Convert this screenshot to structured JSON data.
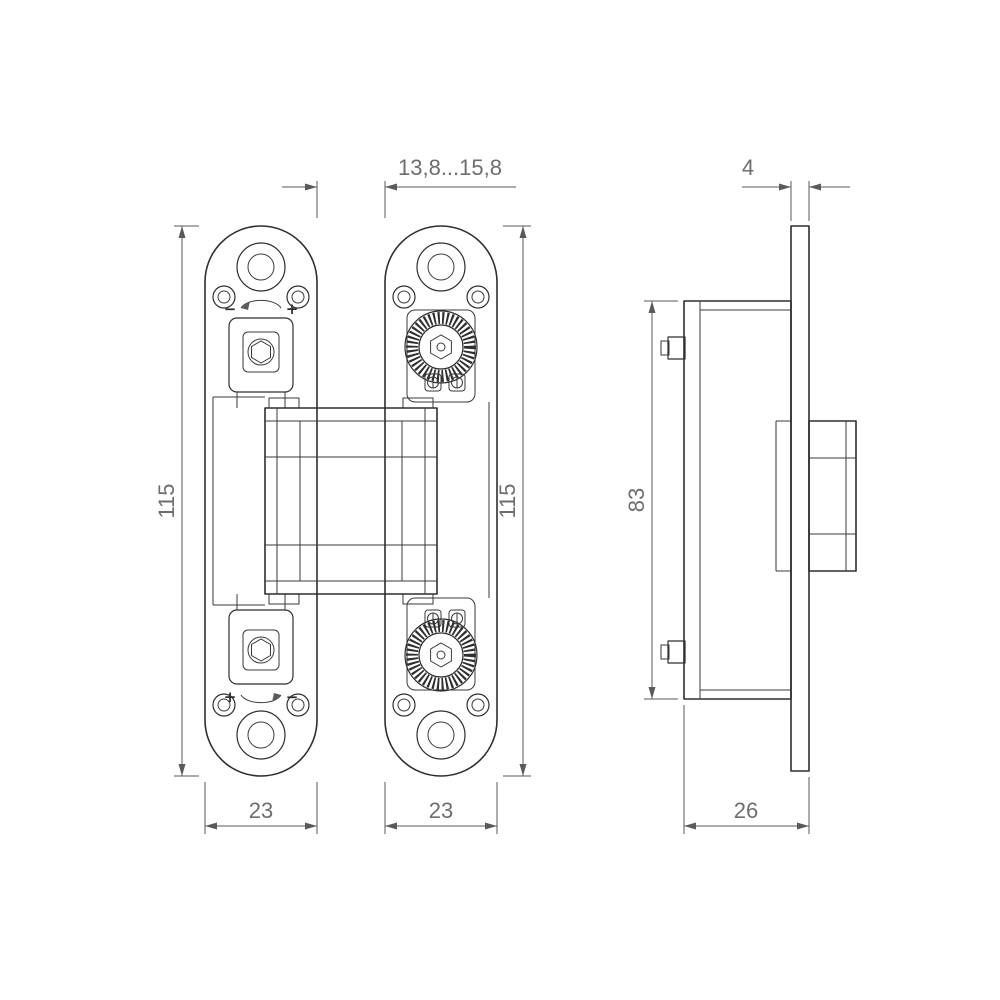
{
  "drawing": {
    "subject": "concealed-door-hinge-technical-drawing",
    "views": {
      "front": "hinge front view with two mounting leaves and center knuckle",
      "side": "hinge side view with faceplate and knuckle"
    },
    "colors": {
      "outline": "#2e2e2e",
      "dimension_line": "#5a5a5a",
      "dimension_text": "#6d6d6d",
      "background": "#ffffff"
    },
    "dimensions": {
      "gap": "13,8...15,8",
      "plate_thickness": "4",
      "left_height": "115",
      "right_height": "115",
      "side_height": "83",
      "left_width": "23",
      "right_width": "23",
      "side_depth": "26"
    },
    "marks": {
      "plus": "+",
      "minus": "−"
    }
  }
}
